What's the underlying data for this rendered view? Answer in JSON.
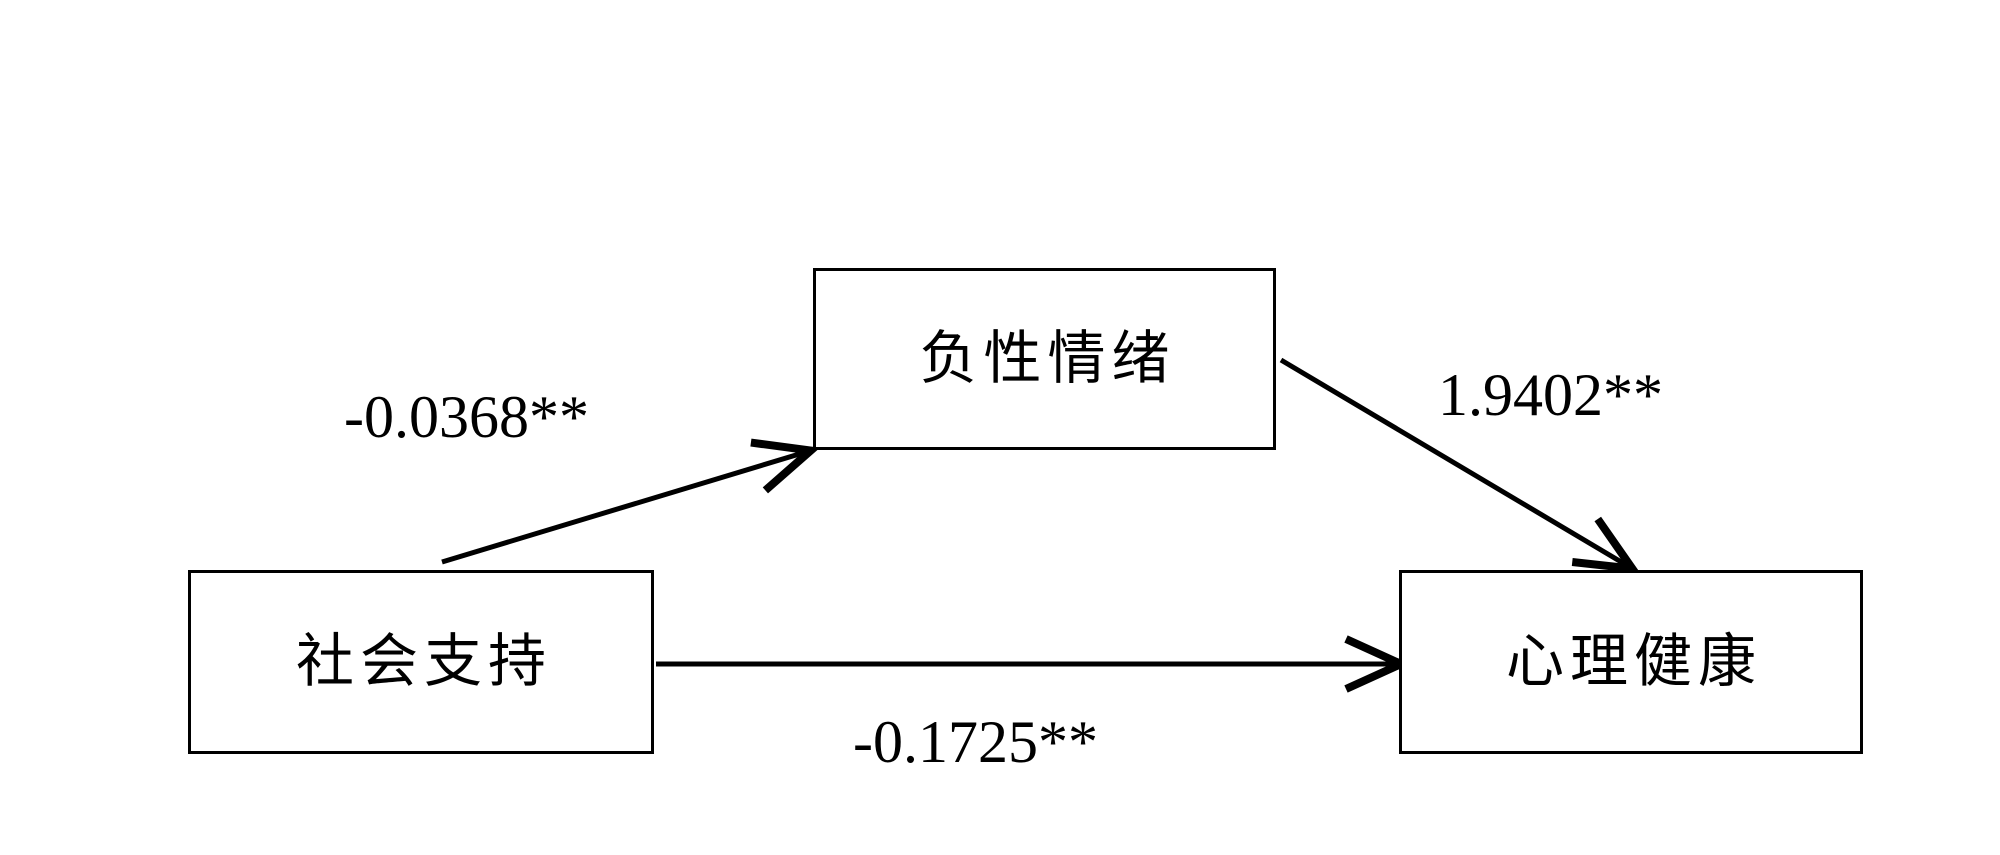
{
  "diagram": {
    "type": "mediation-path-model",
    "background_color": "#ffffff",
    "line_color": "#000000",
    "nodes": [
      {
        "id": "mediator",
        "label": "负性情绪",
        "role": "mediator",
        "position": "top-center"
      },
      {
        "id": "predictor",
        "label": "社会支持",
        "role": "independent-variable",
        "position": "bottom-left"
      },
      {
        "id": "outcome",
        "label": "心理健康",
        "role": "dependent-variable",
        "position": "bottom-right"
      }
    ],
    "paths": [
      {
        "id": "a-path",
        "from": "predictor",
        "to": "mediator",
        "coefficient": "-0.0368**",
        "direction": "up-right",
        "arrowhead": true
      },
      {
        "id": "b-path",
        "from": "mediator",
        "to": "outcome",
        "coefficient": "1.9402**",
        "direction": "down-right",
        "arrowhead": true
      },
      {
        "id": "c-path",
        "from": "predictor",
        "to": "outcome",
        "coefficient": "-0.1725**",
        "direction": "right",
        "arrowhead": true
      }
    ]
  }
}
